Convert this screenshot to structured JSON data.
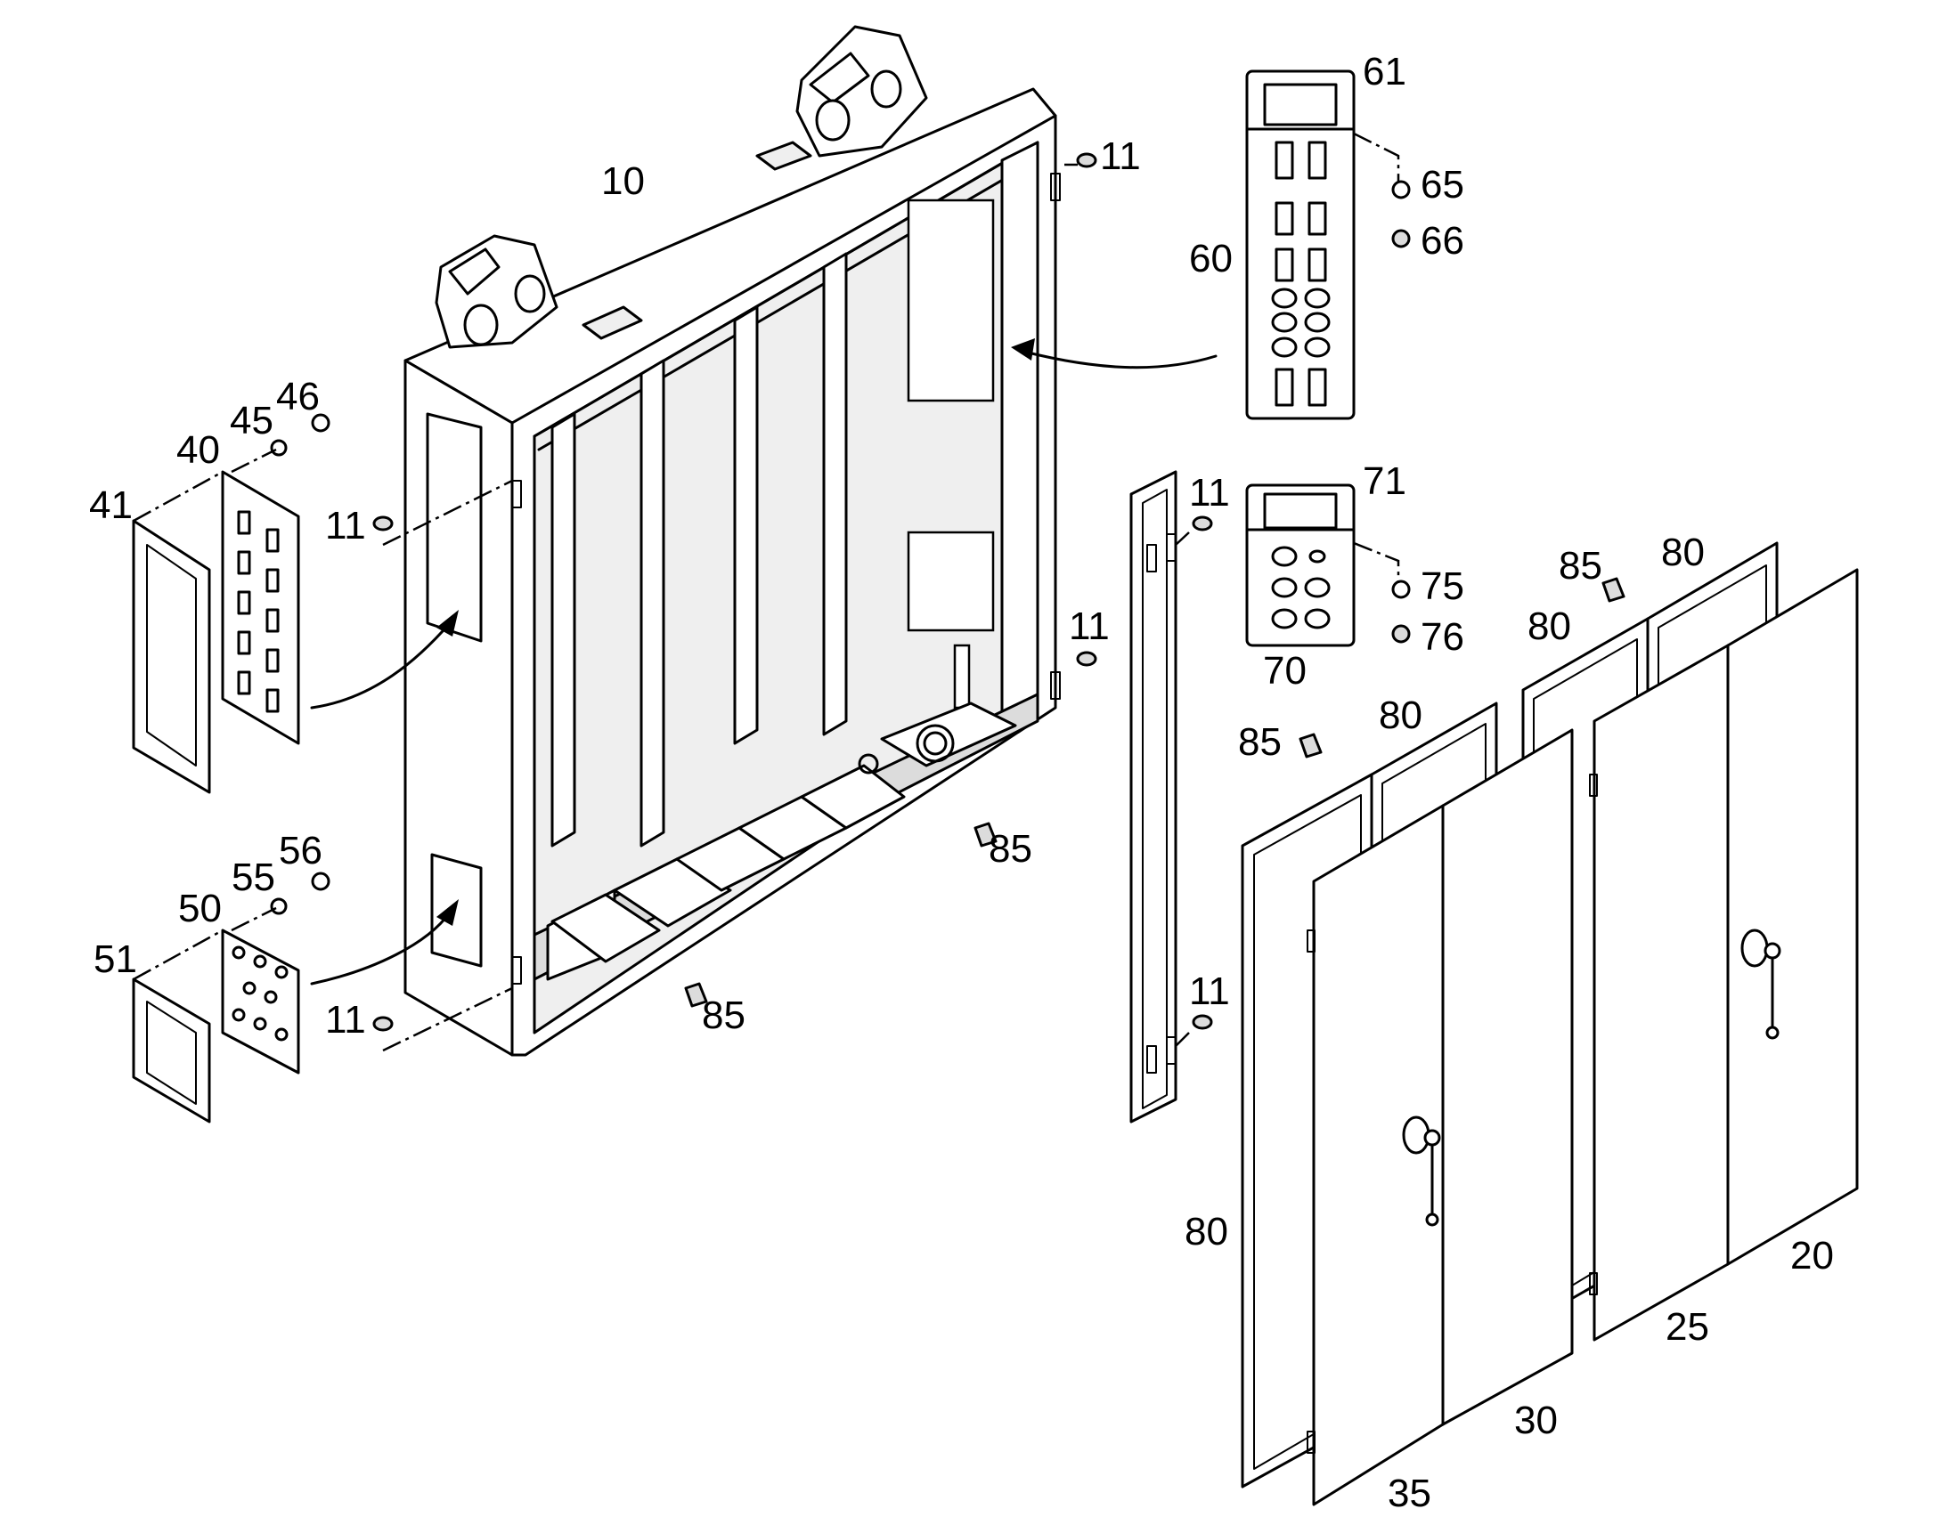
{
  "callouts": {
    "c10": "10",
    "c11a": "11",
    "c11b": "11",
    "c11c": "11",
    "c11d": "11",
    "c11e": "11",
    "c11f": "11",
    "c20": "20",
    "c25": "25",
    "c30": "30",
    "c35": "35",
    "c40": "40",
    "c41": "41",
    "c45": "45",
    "c46": "46",
    "c50": "50",
    "c51": "51",
    "c55": "55",
    "c56": "56",
    "c60": "60",
    "c61": "61",
    "c65": "65",
    "c66": "66",
    "c70": "70",
    "c71": "71",
    "c75": "75",
    "c76": "76",
    "c80a": "80",
    "c80b": "80",
    "c80c": "80",
    "c80d": "80",
    "c85a": "85",
    "c85b": "85",
    "c85c": "85",
    "c85d": "85"
  }
}
